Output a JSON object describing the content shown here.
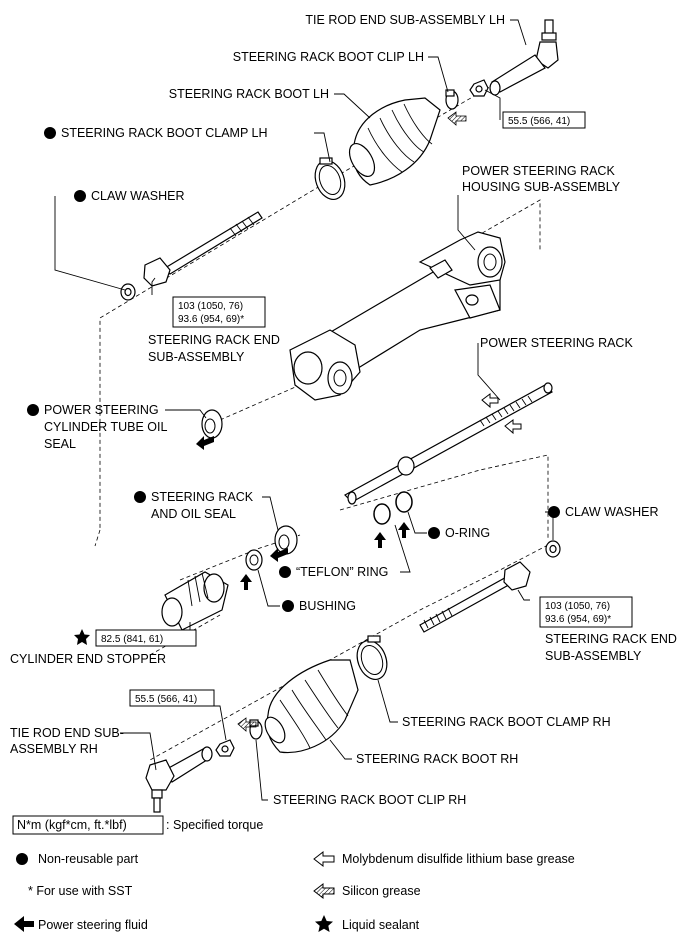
{
  "labels": {
    "tie_rod_end_lh": "TIE ROD END SUB-ASSEMBLY LH",
    "boot_clip_lh": "STEERING RACK BOOT CLIP LH",
    "boot_lh": "STEERING RACK BOOT LH",
    "boot_clamp_lh": "STEERING RACK BOOT CLAMP LH",
    "claw_washer_1": "CLAW WASHER",
    "housing_line1": "POWER STEERING RACK",
    "housing_line2": "HOUSING SUB-ASSEMBLY",
    "rack_end_1_line1": "STEERING RACK END",
    "rack_end_1_line2": "SUB-ASSEMBLY",
    "power_steering_rack": "POWER STEERING RACK",
    "cyl_seal_line1": "POWER STEERING",
    "cyl_seal_line2": "CYLINDER TUBE OIL",
    "cyl_seal_line3": "SEAL",
    "rack_oil_seal_line1": "STEERING RACK",
    "rack_oil_seal_line2": "AND OIL SEAL",
    "claw_washer_2": "CLAW WASHER",
    "o_ring": "O-RING",
    "teflon_ring": "“TEFLON” RING",
    "bushing": "BUSHING",
    "rack_end_2_line1": "STEERING RACK END",
    "rack_end_2_line2": "SUB-ASSEMBLY",
    "cylinder_end_stopper": "CYLINDER END STOPPER",
    "boot_clamp_rh": "STEERING RACK BOOT CLAMP RH",
    "tie_rod_end_rh_line1": "TIE ROD END SUB-",
    "tie_rod_end_rh_line2": "ASSEMBLY RH",
    "boot_rh": "STEERING RACK BOOT RH",
    "boot_clip_rh": "STEERING RACK BOOT CLIP RH"
  },
  "torques": {
    "tie_rod_lh": "55.5 (566, 41)",
    "rack_end_1_a": "103 (1050, 76)",
    "rack_end_1_b": "93.6 (954, 69)*",
    "rack_end_2_a": "103 (1050, 76)",
    "rack_end_2_b": "93.6 (954, 69)*",
    "cylinder_end_stopper": "82.5 (841, 61)",
    "tie_rod_rh": "55.5 (566, 41)"
  },
  "legend": {
    "torque_unit": "N*m (kgf*cm, ft.*lbf)",
    "torque_desc": ": Specified torque",
    "non_reusable": "Non-reusable part",
    "sst": "* For use with SST",
    "ps_fluid": "Power steering fluid",
    "moly_grease": "Molybdenum disulfide lithium base grease",
    "silicon_grease": "Silicon grease",
    "liquid_sealant": "Liquid sealant"
  },
  "icons": {
    "non_reusable": "filled-circle-icon",
    "power_steering_fluid": "black-arrow-icon",
    "moly_grease": "hollow-arrow-icon",
    "silicon_grease": "hatched-arrow-icon",
    "liquid_sealant": "star-icon"
  }
}
